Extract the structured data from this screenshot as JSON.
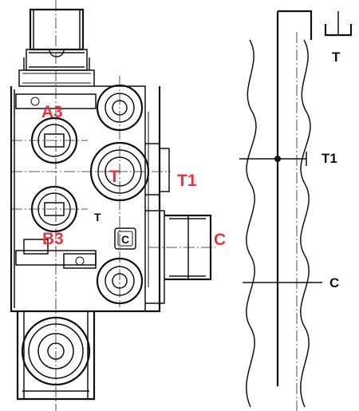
{
  "valve": {
    "ports": {
      "a3": "A3",
      "t_center": "T",
      "b3": "B3",
      "t1": "T1",
      "c": "C"
    },
    "stamp_t": "T",
    "stamp_c": "C"
  },
  "schematic": {
    "t": "T",
    "t1": "T1",
    "c": "C"
  },
  "colors": {
    "port_label": "#e8343c",
    "line": "#111111"
  }
}
